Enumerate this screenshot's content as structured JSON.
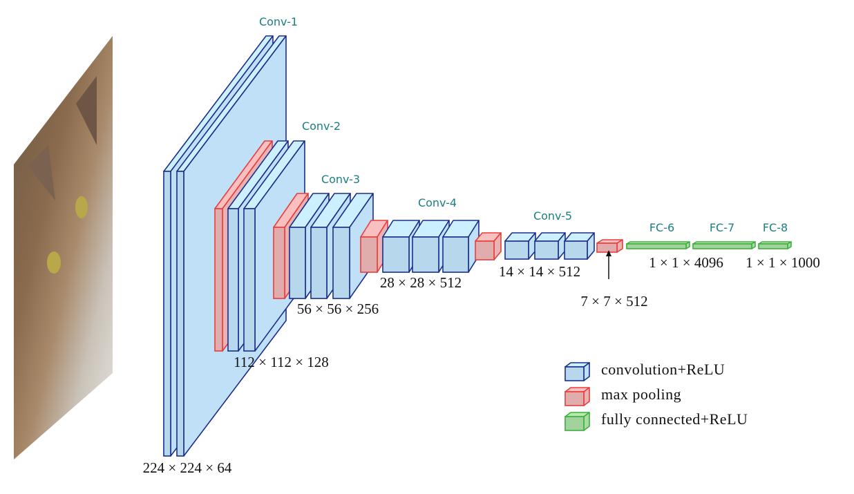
{
  "stages": [
    "Conv-1",
    "Conv-2",
    "Conv-3",
    "Conv-4",
    "Conv-5",
    "FC-6",
    "FC-7",
    "FC-8"
  ],
  "dimensions": [
    "224 × 224 × 64",
    "112 × 112 × 128",
    "56 × 56 × 256",
    "28 × 28 × 512",
    "14 × 14 × 512",
    "7 × 7 × 512",
    "1 × 1 × 4096",
    "1 × 1 × 1000"
  ],
  "legend": [
    {
      "label": "convolution+ReLU",
      "kind": "conv"
    },
    {
      "label": "max pooling",
      "kind": "pool"
    },
    {
      "label": "fully connected+ReLU",
      "kind": "fc"
    }
  ],
  "colors": {
    "conv_fill": "#bfe0f7",
    "conv_stroke": "#1b2d8c",
    "pool_fill": "#eab3b3",
    "pool_stroke": "#ea3b3b",
    "fc_fill": "#a9dca2",
    "fc_stroke": "#3daf3d",
    "label": "#1a7f80"
  },
  "input_image": "cat"
}
